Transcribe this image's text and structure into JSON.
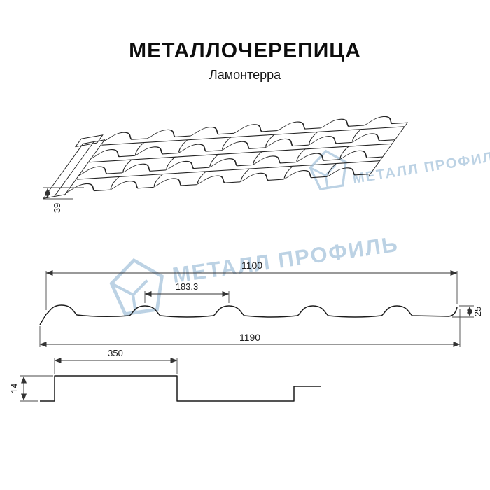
{
  "header": {
    "title": "МЕТАЛЛОЧЕРЕПИЦА",
    "subtitle": "Ламонтерра"
  },
  "watermark": {
    "text": "МЕТАЛЛ ПРОФИЛЬ",
    "color": "#b5cee2"
  },
  "perspective_view": {
    "edge_width": "39"
  },
  "cross_section": {
    "cover_width": "1100",
    "wave_module": "183.3",
    "profile_height": "25",
    "full_width": "1190"
  },
  "longitudinal_profile": {
    "module_length": "350",
    "step_height": "14"
  }
}
